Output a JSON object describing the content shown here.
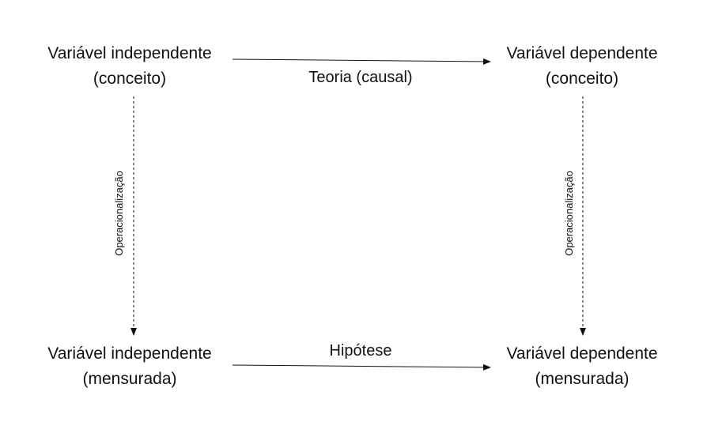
{
  "diagram": {
    "nodes": {
      "independent_concept": {
        "line1": "Variável independente",
        "line2": "(conceito)"
      },
      "dependent_concept": {
        "line1": "Variável dependente",
        "line2": "(conceito)"
      },
      "independent_measured": {
        "line1": "Variável independente",
        "line2": "(mensurada)"
      },
      "dependent_measured": {
        "line1": "Variável dependente",
        "line2": "(mensurada)"
      }
    },
    "edges": {
      "theory": "Teoria (causal)",
      "hypothesis": "Hipótese",
      "operationalization_left": "Operacionalização",
      "operationalization_right": "Operacionalização"
    },
    "colors": {
      "text": "#111111",
      "arrow": "#111111",
      "background": "#ffffff"
    }
  }
}
